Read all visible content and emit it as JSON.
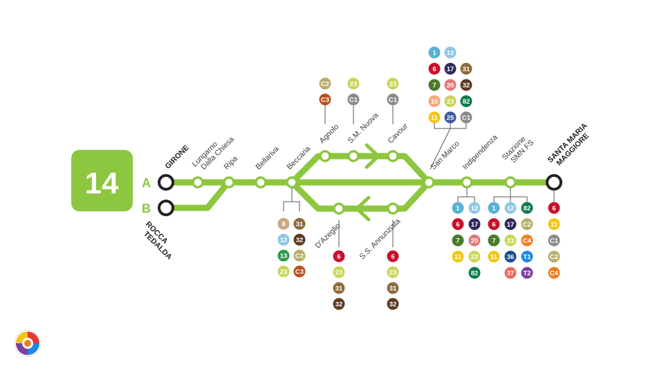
{
  "route": {
    "number": "14",
    "color": "#8dc63f"
  },
  "branches": {
    "a": "A",
    "b": "B"
  },
  "terminals": {
    "girone": "GIRONE",
    "rocca": [
      "ROCCA",
      "TEDALDA"
    ],
    "santa_maria": [
      "SANTA MARIA",
      "MAGGIORE"
    ]
  },
  "stops": {
    "lungarno": [
      "Lungarno",
      "Dalla Chiesa"
    ],
    "ripa": "Ripa",
    "bellariva": "Bellariva",
    "beccaria": "Beccaria",
    "agnolo": "Agnolo",
    "sm_nuova": "S.M. Nuova",
    "cavour": "Cavour",
    "san_marco": "San Marco",
    "indipendenza": "Indipendenza",
    "stazione": [
      "Stazione",
      "SMN FS"
    ],
    "dazeglio": "D'Azeglio",
    "ss_annunziata": "S.S. Annunziata"
  },
  "colors": {
    "1": "#5ab0d6",
    "12": "#8fc7e0",
    "6": "#c8102e",
    "17": "#2e2a5c",
    "31": "#8b6a3e",
    "7": "#4a7a2a",
    "20": "#e07a7a",
    "32": "#5a3a22",
    "10": "#f0a878",
    "23": "#c9d55a",
    "82": "#0e7a4a",
    "11": "#f2c618",
    "25": "#3e5aa0",
    "C1": "#8a8a8a",
    "C2": "#b8ad6a",
    "C3": "#b8501e",
    "8": "#c8a882",
    "13": "#2e9a4a",
    "36": "#1e4a8a",
    "37": "#e86a5a",
    "C4": "#ef7d22",
    "T1": "#1e88e5",
    "T2": "#7b3fa0"
  },
  "connections": {
    "agnolo": [
      "C2",
      "C3"
    ],
    "sm_nuova": [
      "23",
      "C1"
    ],
    "cavour": [
      "23",
      "C1"
    ],
    "san_marco": [
      [
        "1",
        "6",
        "7",
        "10",
        "11"
      ],
      [
        "12",
        "17",
        "20",
        "23",
        "25"
      ],
      [
        "31",
        "32",
        "82",
        "C1"
      ]
    ],
    "beccaria": [
      [
        "8",
        "12",
        "13",
        "23"
      ],
      [
        "31",
        "32",
        "C2",
        "C3"
      ]
    ],
    "dazeglio": [
      "6",
      "23",
      "31",
      "32"
    ],
    "ss_annunziata": [
      "6",
      "23",
      "31",
      "32"
    ],
    "indipendenza": [
      [
        "1",
        "6",
        "7",
        "11"
      ],
      [
        "12",
        "17",
        "20",
        "23",
        "82"
      ]
    ],
    "stazione": [
      [
        "1",
        "6",
        "7",
        "11"
      ],
      [
        "12",
        "17",
        "23",
        "36",
        "37"
      ],
      [
        "82",
        "C2",
        "C4",
        "T1",
        "T2"
      ]
    ],
    "santa_maria": [
      "6",
      "11",
      "C1",
      "C2",
      "C4"
    ]
  },
  "logo": "logo-icon"
}
